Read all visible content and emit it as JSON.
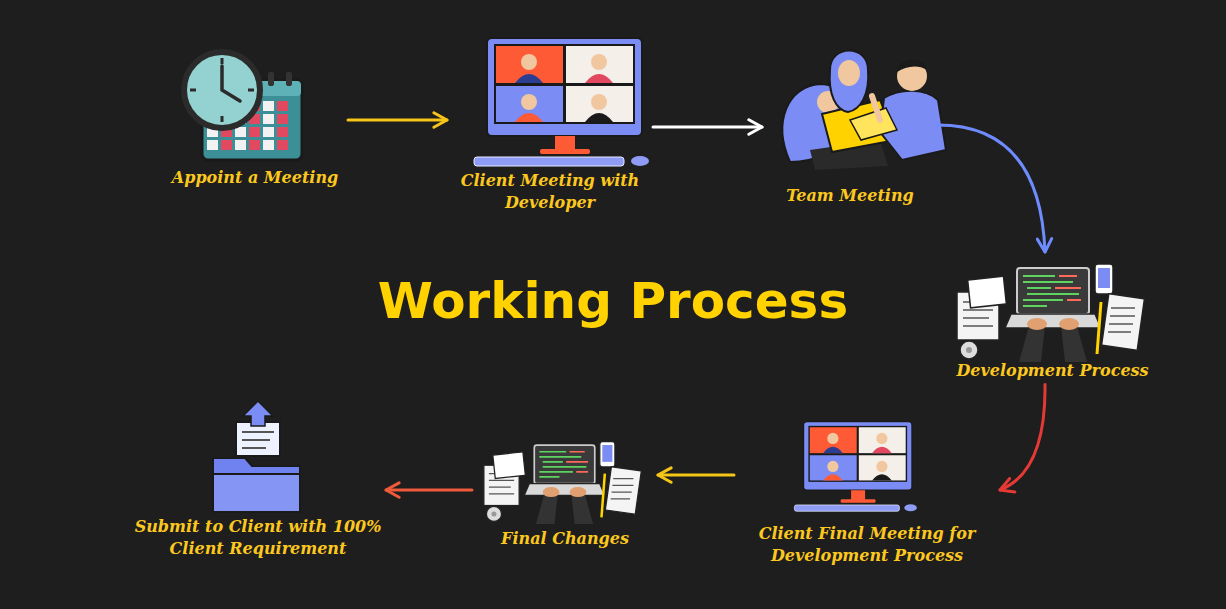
{
  "diagram": {
    "title": "Working Process",
    "nodes": [
      {
        "text": [
          "Appoint a Meeting"
        ]
      },
      {
        "text": [
          "Client Meeting with Developer"
        ]
      },
      {
        "text": [
          "Team Meeting"
        ]
      },
      {
        "text": [
          "Development Process"
        ]
      },
      {
        "text": [
          "Client Final Meeting for Development Process"
        ]
      },
      {
        "text": [
          "Final Changes"
        ]
      },
      {
        "text": [
          "Submit to Client with 100% Client Requirement"
        ]
      }
    ],
    "edges": [
      {
        "from": 0,
        "to": 1,
        "arrow": "to"
      },
      {
        "from": 1,
        "to": 2,
        "arrow": "to"
      },
      {
        "from": 2,
        "to": 3,
        "arrow": "to"
      },
      {
        "from": 3,
        "to": 4,
        "arrow": "to"
      },
      {
        "from": 4,
        "to": 5,
        "arrow": "to"
      },
      {
        "from": 5,
        "to": 6,
        "arrow": "to"
      }
    ]
  }
}
